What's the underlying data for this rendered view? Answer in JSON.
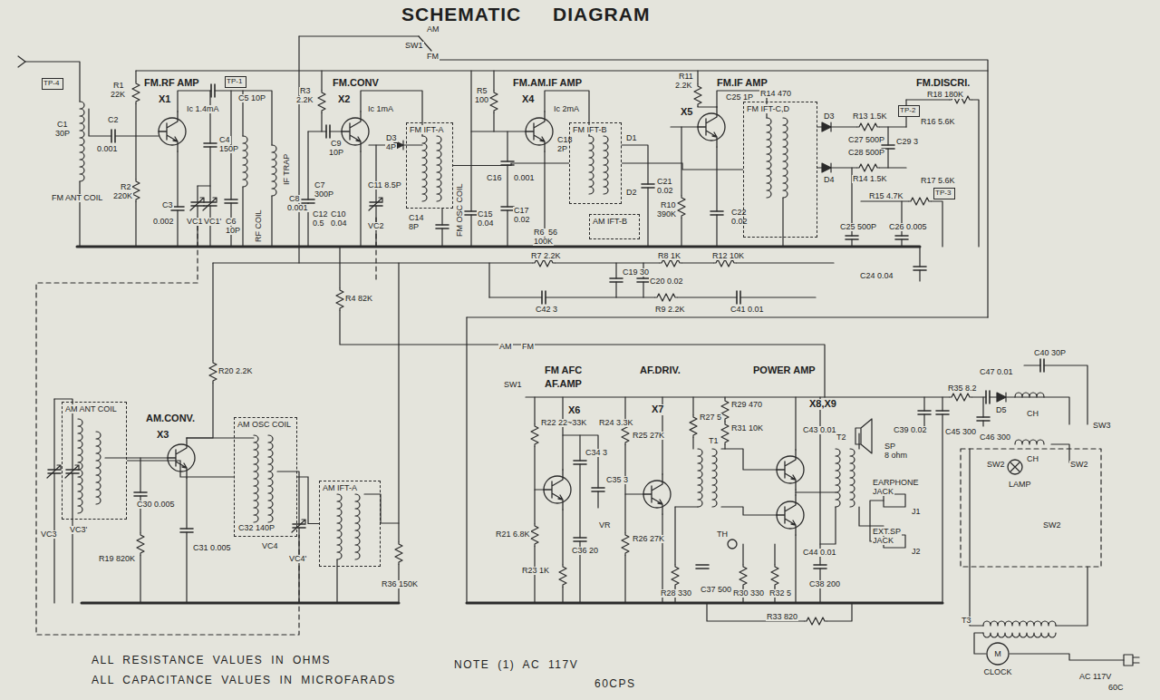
{
  "diagram": {
    "title": "SCHEMATIC DIAGRAM",
    "nodes": [
      {
        "text": [
          "TP-4"
        ]
      },
      {
        "text": [
          "TP-1"
        ]
      },
      {
        "text": [
          "FM IFT-A"
        ]
      },
      {
        "text": [
          "FM IFT-B"
        ]
      },
      {
        "text": [
          "FM IFT-C,D"
        ]
      },
      {
        "text": [
          "TP-2"
        ]
      },
      {
        "text": [
          "TP-3"
        ]
      },
      {
        "text": [
          "AM IFT-B"
        ]
      },
      {
        "text": [
          "AM ANT COIL"
        ]
      },
      {
        "text": [
          "AM OSC COIL"
        ]
      },
      {
        "text": [
          "AM IFT-A"
        ]
      },
      {
        "text": [
          "M",
          "CLOCK"
        ]
      }
    ],
    "edges": [
      {
        "from": 2,
        "to": 3,
        "arrow": "none"
      },
      {
        "from": 3,
        "to": 4,
        "arrow": "none"
      },
      {
        "from": 8,
        "to": 9,
        "arrow": "none"
      },
      {
        "from": 9,
        "to": 10,
        "arrow": "none"
      }
    ],
    "labels": [
      "C1",
      "30P",
      "FM ANT COIL",
      "R1",
      "22K",
      "C2",
      "0.001",
      "FM.RF AMP",
      "X1",
      "Ic 1.4mA",
      "C5 10P",
      "C4",
      "150P",
      "R2",
      "220K",
      "C3",
      "0.002",
      "VC1",
      "VC1'",
      "C6",
      "10P",
      "RF COIL",
      "IF TRAP",
      "C8",
      "0.001",
      "FM.CONV",
      "X2",
      "Ic 1mA",
      "R3",
      "2.2K",
      "C9",
      "10P",
      "C7",
      "300P",
      "C12",
      "0.5",
      "C10",
      "0.04",
      "C11 8.5P",
      "VC2",
      "C14",
      "8P",
      "D3",
      "4P",
      "FM OSC COIL",
      "R5",
      "100",
      "FM.AM.IF AMP",
      "X4",
      "Ic 2mA",
      "C18",
      "2P",
      "C16",
      "0.001",
      "C15",
      "0.04",
      "C17",
      "0.02",
      "R6",
      "56",
      "100K",
      "D1",
      "D2",
      "C21",
      "0.02",
      "R11",
      "2.2K",
      "FM.IF AMP",
      "X5",
      "C25 1P",
      "R10",
      "390K",
      "C22",
      "0.02",
      "R14 470",
      "D3",
      "D4",
      "R13 1.5K",
      "C27 500P",
      "C28 500P",
      "R14 1.5K",
      "FM.DISCRI.",
      "R18 180K",
      "R16 5.6K",
      "C29 3",
      "R17 5.6K",
      "R15 4.7K",
      "C25 500P",
      "C26 0.005",
      "C24 0.04",
      "AM",
      "SW1",
      "FM",
      "R7 2.2K",
      "C19 30",
      "C20 0.02",
      "R8 1K",
      "R12 10K",
      "R9 2.2K",
      "C41 0.01",
      "C42 3",
      "R4 82K",
      "R20 2.2K",
      "AM.CONV.",
      "X3",
      "VC3",
      "VC3'",
      "C30 0.005",
      "R19 820K",
      "C31 0.005",
      "C32 140P",
      "VC4",
      "VC4'",
      "R36 150K",
      "AM",
      "FM",
      "SW1",
      "FM AFC",
      "AF.AMP",
      "X6",
      "R22 22~33K",
      "R24 3.3K",
      "C34 3",
      "C35 3",
      "R21 6.8K",
      "VR",
      "R23 1K",
      "C36 20",
      "AF.DRIV.",
      "X7",
      "R25 27K",
      "R26 27K",
      "R27 5",
      "C37 500",
      "R28 330",
      "POWER AMP",
      "R29 470",
      "R31 10K",
      "T1",
      "X8,X9",
      "C43 0.01",
      "C44 0.01",
      "TH",
      "R30 330",
      "R32 5",
      "C38 200",
      "T2",
      "R33 820",
      "SP",
      "8 ohm",
      "EARPHONE",
      "JACK",
      "J1",
      "EXT.SP",
      "JACK",
      "J2",
      "C39 0.02",
      "C45 300",
      "R35 8.2",
      "C47 0.01",
      "C40 30P",
      "D5",
      "C46 300",
      "CH",
      "CH",
      "SW3",
      "SW2",
      "LAMP",
      "SW2",
      "SW2",
      "T3",
      "AC 117V",
      "60C",
      "ALL RESISTANCE VALUES IN OHMS",
      "ALL CAPACITANCE VALUES IN MICROFARADS",
      "NOTE (1) AC 117V",
      "60CPS"
    ]
  }
}
